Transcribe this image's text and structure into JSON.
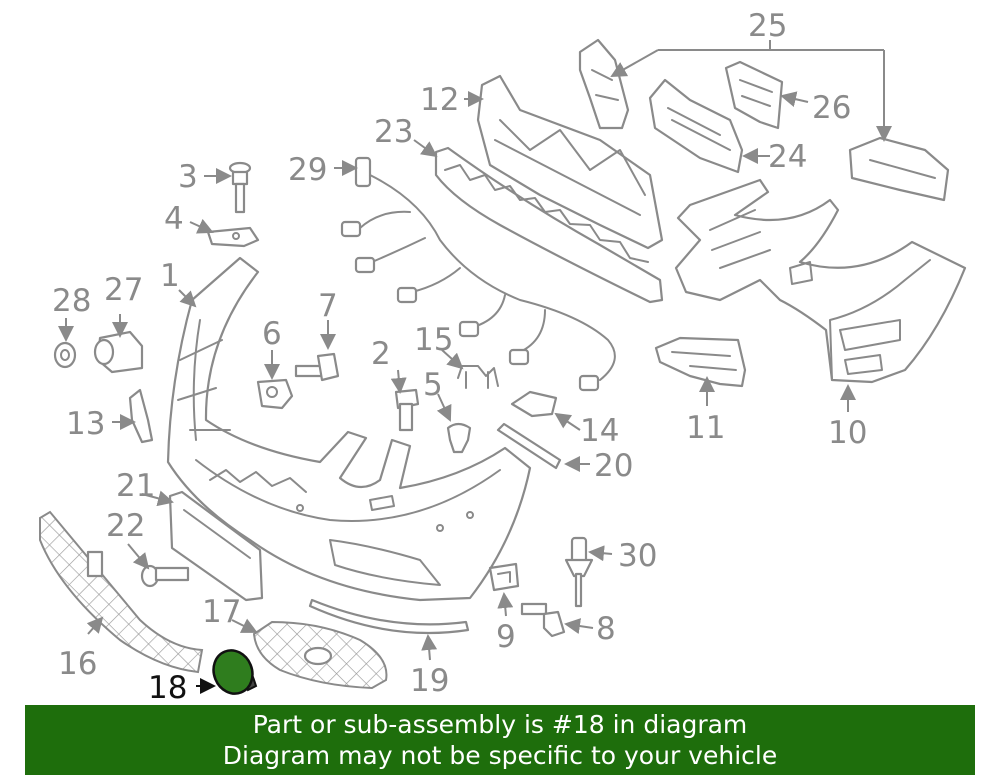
{
  "diagram": {
    "highlighted_part": "18",
    "colors": {
      "line": "#8a8a8a",
      "highlight_fill": "#2f7d1e",
      "banner_bg": "#1e6e0c",
      "banner_text": "#ffffff"
    },
    "callouts": {
      "c1": "1",
      "c2": "2",
      "c3": "3",
      "c4": "4",
      "c5": "5",
      "c6": "6",
      "c7": "7",
      "c8": "8",
      "c9": "9",
      "c10": "10",
      "c11": "11",
      "c12": "12",
      "c13": "13",
      "c14": "14",
      "c15": "15",
      "c16": "16",
      "c17": "17",
      "c18": "18",
      "c19": "19",
      "c20": "20",
      "c21": "21",
      "c22": "22",
      "c23": "23",
      "c24": "24",
      "c25": "25",
      "c26": "26",
      "c27": "27",
      "c28": "28",
      "c29": "29",
      "c30": "30"
    }
  },
  "banner": {
    "line1": "Part or sub-assembly is #18 in diagram",
    "line2": "Diagram may not be specific to your vehicle"
  }
}
